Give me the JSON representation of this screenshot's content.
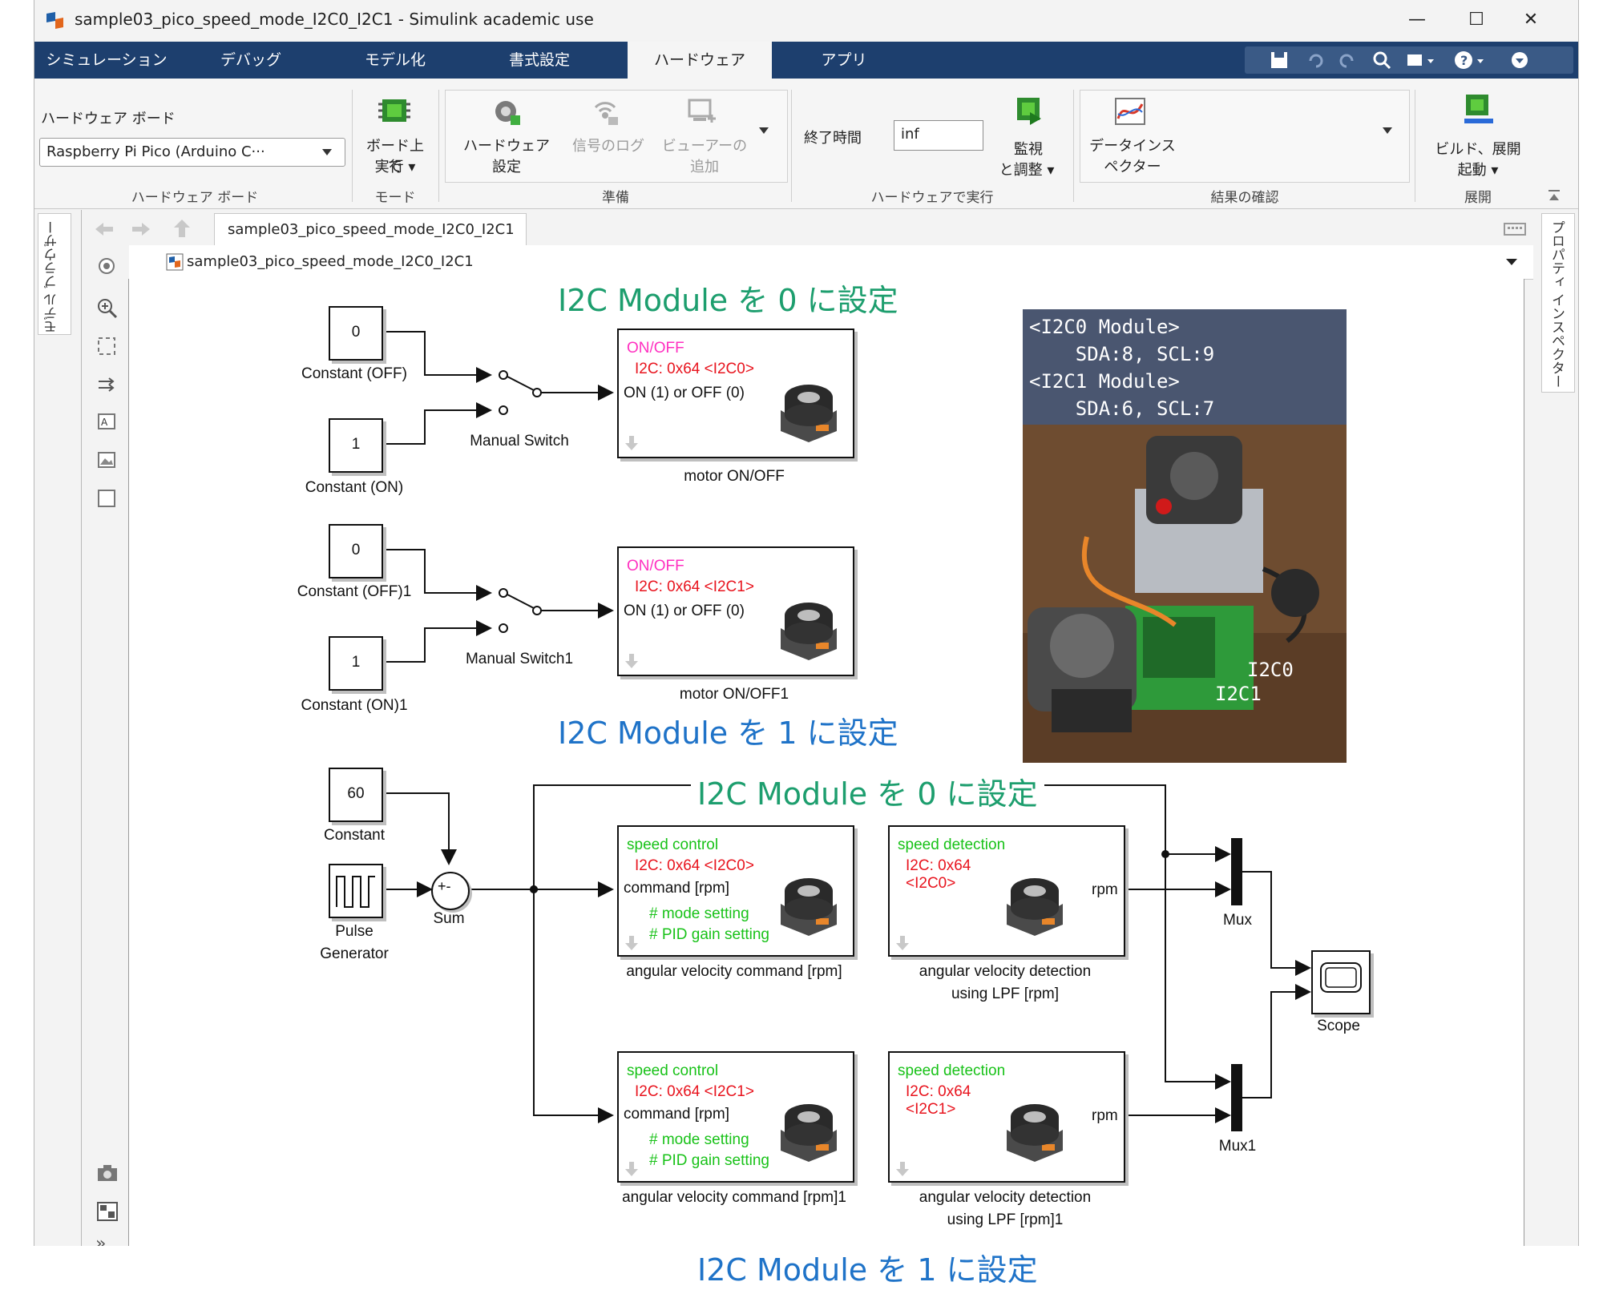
{
  "window": {
    "title": "sample03_pico_speed_mode_I2C0_I2C1 - Simulink academic use",
    "minimize": "—",
    "maximize": "☐",
    "close": "✕"
  },
  "tabs": [
    "シミュレーション",
    "デバッグ",
    "モデル化",
    "書式設定",
    "ハードウェア",
    "アプリ"
  ],
  "ribbon": {
    "hw_board_label": "ハードウェア ボード",
    "hw_board_value": "Raspberry Pi Pico (Arduino C···",
    "group_hw_board": "ハードウェア ボード",
    "run_on_board_1": "ボード上で",
    "run_on_board_2": "実行 ▾",
    "group_mode": "モード",
    "hw_settings_1": "ハードウェア",
    "hw_settings_2": "設定",
    "log_signal": "信号のログ",
    "add_viewer_1": "ビューアーの",
    "add_viewer_2": "追加",
    "group_prepare": "準備",
    "stop_time_label": "終了時間",
    "stop_time_value": "inf",
    "monitor_1": "監視",
    "monitor_2": "と調整 ▾",
    "group_run_hw": "ハードウェアで実行",
    "data_inspector_1": "データインス",
    "data_inspector_2": "ペクター",
    "group_results": "結果の確認",
    "build_deploy_1": "ビルド、展開",
    "build_deploy_2": "起動 ▾",
    "group_deploy": "展開"
  },
  "side": {
    "model_browser": "モデル ブラウザー",
    "property_inspector": "プロパティ インスペクター"
  },
  "nav": {
    "tab": "sample03_pico_speed_mode_I2C0_I2C1",
    "breadcrumb": "sample03_pico_speed_mode_I2C0_I2C1"
  },
  "annotations": {
    "a1": "I2C Module を 0 に設定",
    "a2": "I2C Module を 1 に設定",
    "a3": "I2C Module を 0 に設定",
    "a4": "I2C Module を 1 に設定"
  },
  "photo": {
    "l1": "<I2C0 Module>",
    "l2": "    SDA:8, SCL:9",
    "l3": "<I2C1 Module>",
    "l4": "    SDA:6, SCL:7",
    "i2c0": "I2C0",
    "i2c1": "I2C1"
  },
  "blocks": {
    "c_off_val": "0",
    "c_off": "Constant (OFF)",
    "c_on_val": "1",
    "c_on": "Constant (ON)",
    "sw": "Manual Switch",
    "m1_onoff": "ON/OFF",
    "m1_addr": "I2C: 0x64   <I2C0>",
    "m1_port": "ON (1) or OFF (0)",
    "m1": "motor ON/OFF",
    "c_off1_val": "0",
    "c_off1": "Constant (OFF)1",
    "c_on1_val": "1",
    "c_on1": "Constant (ON)1",
    "sw1": "Manual Switch1",
    "m2_onoff": "ON/OFF",
    "m2_addr": "I2C: 0x64   <I2C1>",
    "m2_port": "ON (1) or OFF (0)",
    "m2": "motor ON/OFF1",
    "const_val": "60",
    "const": "Constant",
    "pulse_1": "Pulse",
    "pulse_2": "Generator",
    "sum": "Sum",
    "sum_sign": "+-",
    "sc1_t": "speed control",
    "sc1_addr": "I2C: 0x64   <I2C0>",
    "sc1_port": "command [rpm]",
    "sc1_mode": "# mode setting",
    "sc1_pid": "# PID gain setting",
    "sc1": "angular velocity command [rpm]",
    "sd1_t": "speed detection",
    "sd1_addr1": "I2C: 0x64",
    "sd1_addr2": "<I2C0>",
    "sd1_port": "rpm",
    "sd1_a": "angular velocity detection",
    "sd1_b": "using LPF [rpm]",
    "mux": "Mux",
    "scope": "Scope",
    "sc2_t": "speed control",
    "sc2_addr": "I2C: 0x64   <I2C1>",
    "sc2_port": "command [rpm]",
    "sc2_mode": "# mode setting",
    "sc2_pid": "# PID gain setting",
    "sc2": "angular velocity command [rpm]1",
    "sd2_t": "speed detection",
    "sd2_addr1": "I2C: 0x64",
    "sd2_addr2": "<I2C1>",
    "sd2_port": "rpm",
    "sd2_a": "angular velocity detection",
    "sd2_b": "using LPF [rpm]1",
    "mux1": "Mux1"
  }
}
